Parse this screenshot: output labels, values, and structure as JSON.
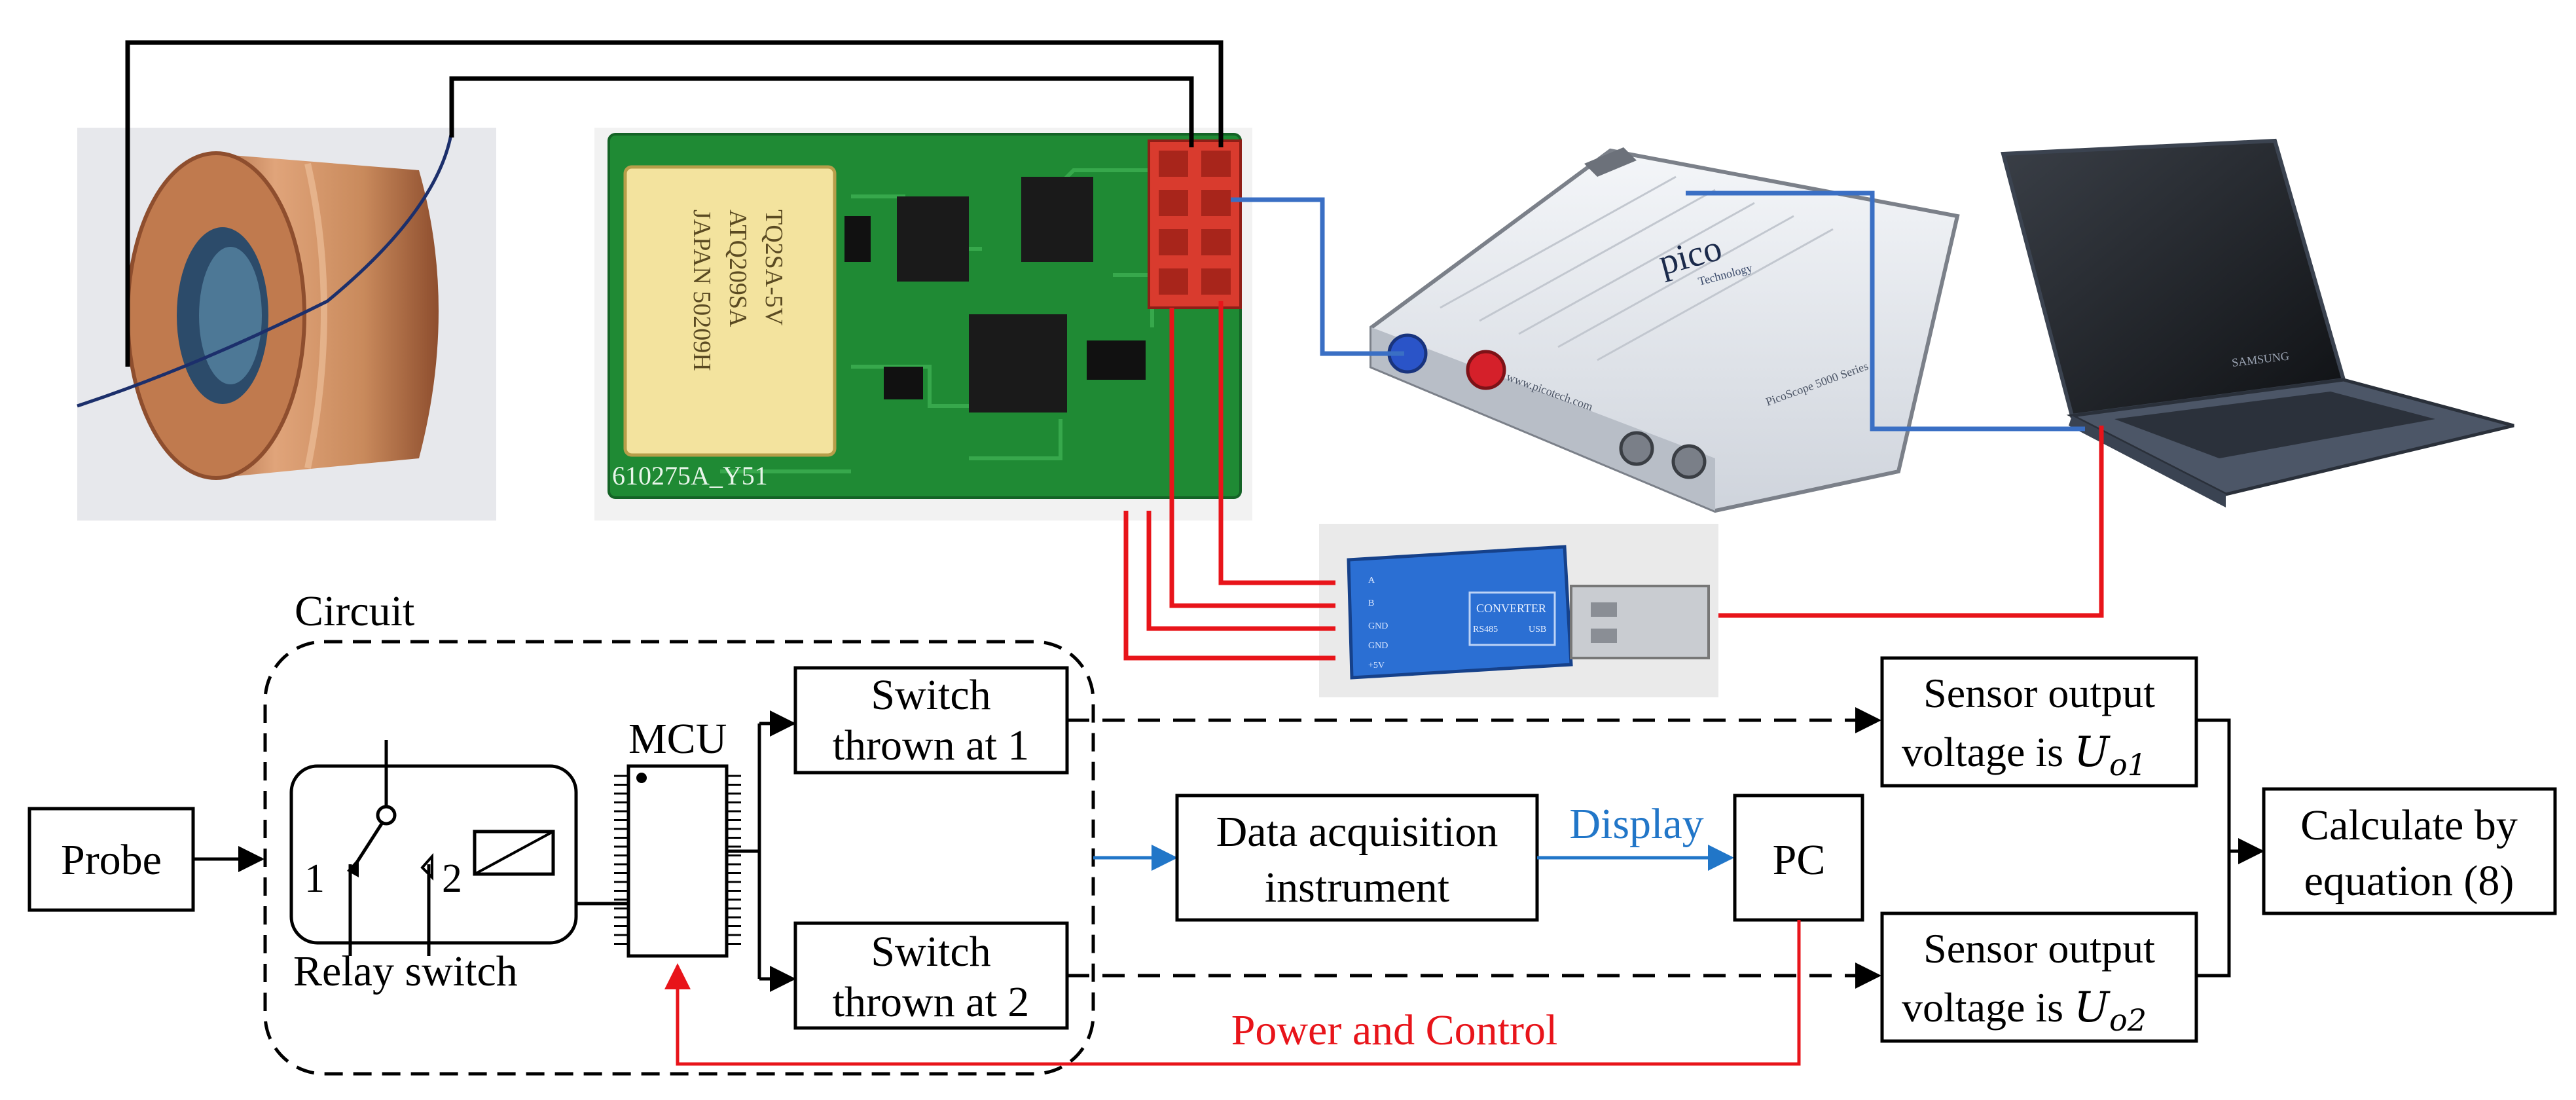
{
  "photos": {
    "probe_photo": {
      "label": "",
      "print": ""
    },
    "pcb_photo": {
      "relay_print": [
        "TQ2SA-5V",
        "ATQ209SA",
        "JAPAN 50209H"
      ],
      "board_print": "610275A_Y51"
    },
    "oscilloscope_photo": {
      "brand": "pico",
      "sub": "Technology",
      "site": "www.picotech.com",
      "model": "PicoScope 5000 Series"
    },
    "laptop_photo": {
      "brand": "SAMSUNG"
    },
    "converter_photo": {
      "title": "CONVERTER",
      "sub_left": "RS485",
      "sub_right": "USB",
      "pins": [
        "A",
        "B",
        "GND",
        "GND",
        "+5V"
      ]
    }
  },
  "diagram": {
    "circuit_label": "Circuit",
    "probe": "Probe",
    "relay_label": "Relay switch",
    "relay_pos_1": "1",
    "relay_pos_2": "2",
    "mcu_label": "MCU",
    "switch1": [
      "Switch",
      "thrown at 1"
    ],
    "switch2": [
      "Switch",
      "thrown at 2"
    ],
    "daq": [
      "Data acquisition",
      "instrument"
    ],
    "display_label": "Display",
    "pc": "PC",
    "sensor1": {
      "line1": "Sensor output",
      "line2": "voltage is ",
      "var": "U",
      "sub": "o1"
    },
    "sensor2": {
      "line1": "Sensor output",
      "line2": "voltage is ",
      "var": "U",
      "sub": "o2"
    },
    "calc": [
      "Calculate by",
      "equation (8)"
    ],
    "power_label": "Power and Control"
  },
  "colors": {
    "wire_black": "#000000",
    "wire_blue": "#3a6fc4",
    "wire_red": "#e8141a",
    "display_text": "#2176c8",
    "power_text": "#e8141a",
    "pcb_green": "#1f8a34",
    "copper": "#c98a5c",
    "converter_blue": "#2b6fd3",
    "scope_body": "#e9ecf1",
    "scope_frame": "#7b8089"
  }
}
